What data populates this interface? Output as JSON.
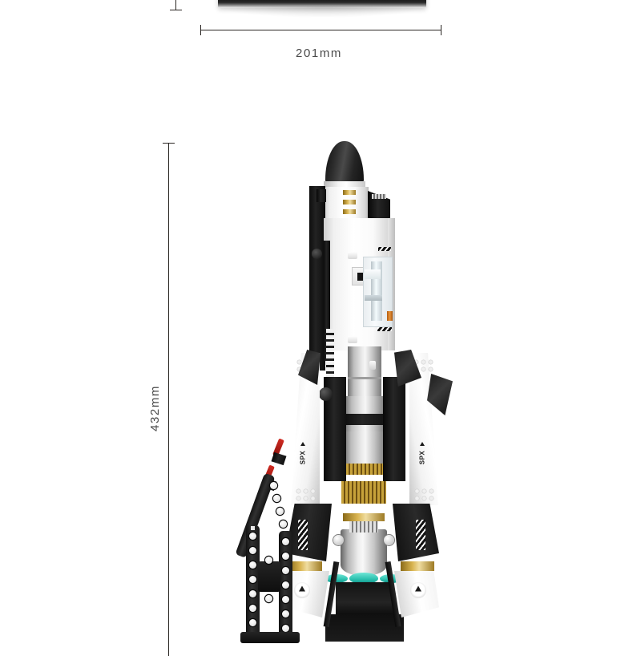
{
  "page": {
    "background_color": "#ffffff",
    "kind": "product-dimension-photo"
  },
  "dimensions": {
    "width": {
      "label": "201mm",
      "value": 201,
      "unit": "mm",
      "orientation": "horizontal",
      "line_color": "#2b2724",
      "text_color": "#4a4a4a"
    },
    "height": {
      "label": "432mm",
      "value": 432,
      "unit": "mm",
      "orientation": "vertical",
      "line_color": "#2b2724",
      "text_color": "#4a4a4a"
    }
  },
  "subject": {
    "name": "brick-built rocket booster model",
    "nose_cone_color": "#1a1a1a",
    "body_color": "#ffffff",
    "accent_color": "#d9b451",
    "engine_color": "#c3c3c3",
    "flame_color": "#2bbfae",
    "brand_text": "SPX",
    "baseplate_color": "#1a1a1a"
  },
  "accessory": {
    "name": "technic beam service tower",
    "color": "#141414"
  }
}
